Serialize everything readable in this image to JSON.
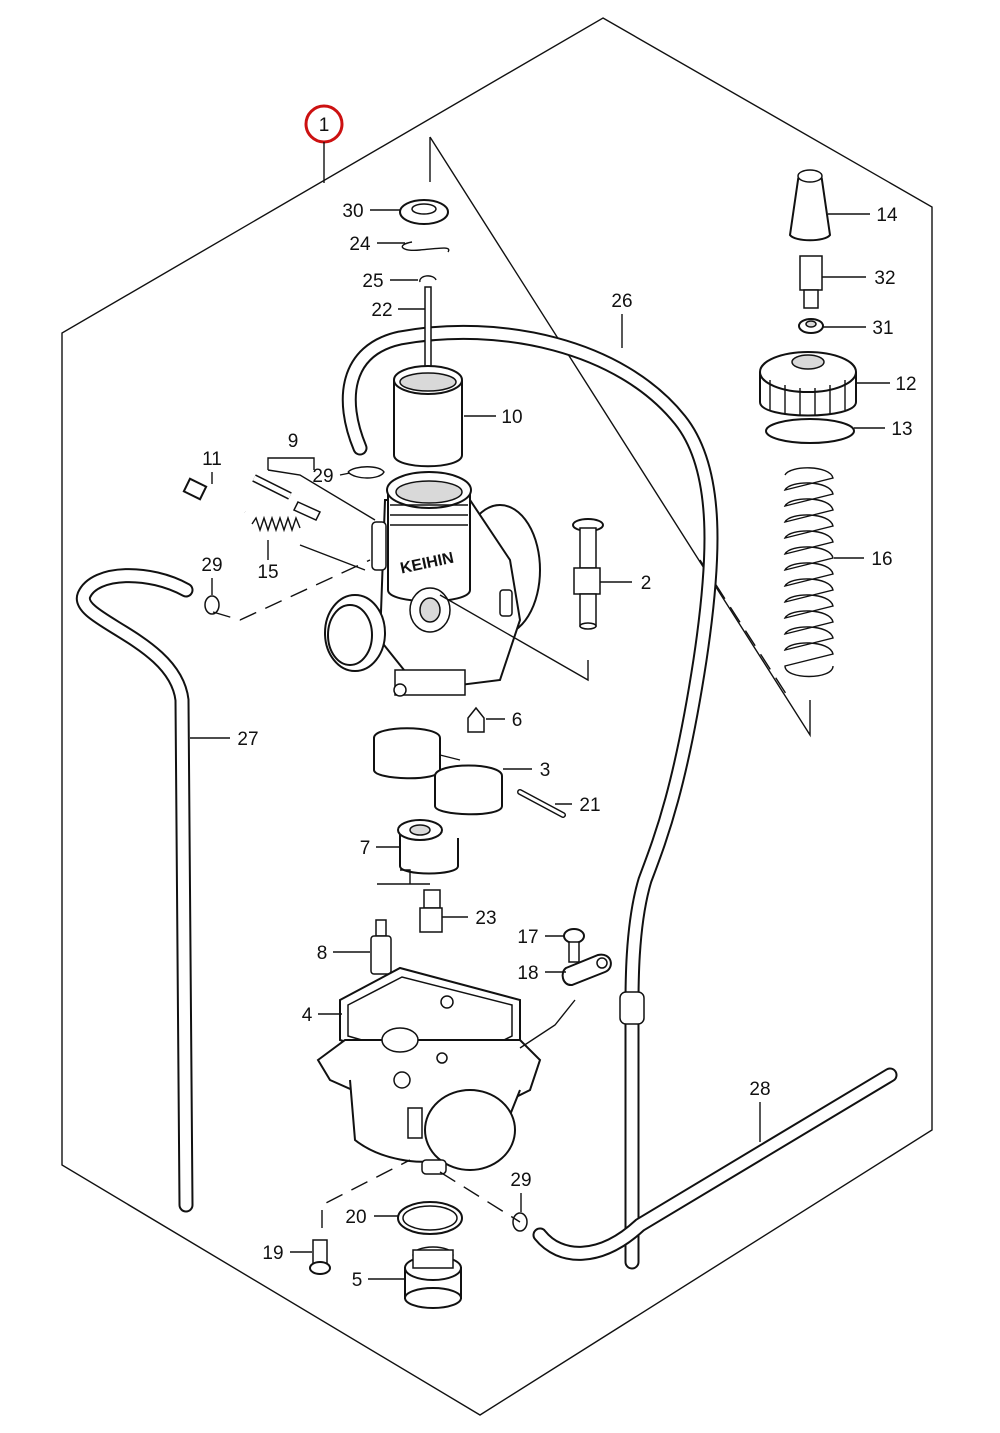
{
  "diagram": {
    "frame_color": "#111111",
    "highlight_color": "#cc1111",
    "assembly_label": "1",
    "brand_mark": "KEIHIN",
    "callouts": [
      {
        "id": "1",
        "part": "carburetor-assembly"
      },
      {
        "id": "2",
        "part": "throttle-stop-screw"
      },
      {
        "id": "3",
        "part": "float"
      },
      {
        "id": "4",
        "part": "float-chamber-gasket"
      },
      {
        "id": "5",
        "part": "drain-plug"
      },
      {
        "id": "6",
        "part": "needle-valve"
      },
      {
        "id": "7",
        "part": "needle-jet-holder"
      },
      {
        "id": "8",
        "part": "main-jet"
      },
      {
        "id": "9",
        "part": "air-screw-set"
      },
      {
        "id": "10",
        "part": "throttle-valve"
      },
      {
        "id": "11",
        "part": "idle-screw"
      },
      {
        "id": "12",
        "part": "carburetor-cap"
      },
      {
        "id": "13",
        "part": "cap-gasket"
      },
      {
        "id": "14",
        "part": "cable-boot"
      },
      {
        "id": "15",
        "part": "spring"
      },
      {
        "id": "16",
        "part": "throttle-valve-spring"
      },
      {
        "id": "17",
        "part": "screw"
      },
      {
        "id": "18",
        "part": "clamp"
      },
      {
        "id": "19",
        "part": "screw"
      },
      {
        "id": "20",
        "part": "o-ring"
      },
      {
        "id": "21",
        "part": "float-pin"
      },
      {
        "id": "22",
        "part": "jet-needle"
      },
      {
        "id": "23",
        "part": "pilot-jet"
      },
      {
        "id": "24",
        "part": "needle-clip"
      },
      {
        "id": "25",
        "part": "e-ring"
      },
      {
        "id": "26",
        "part": "vent-hose"
      },
      {
        "id": "27",
        "part": "vent-hose"
      },
      {
        "id": "28",
        "part": "drain-hose"
      },
      {
        "id": "29",
        "part": "hose-clamp"
      },
      {
        "id": "30",
        "part": "needle-seat-washer"
      },
      {
        "id": "31",
        "part": "nut"
      },
      {
        "id": "32",
        "part": "cable-adjuster"
      }
    ]
  }
}
